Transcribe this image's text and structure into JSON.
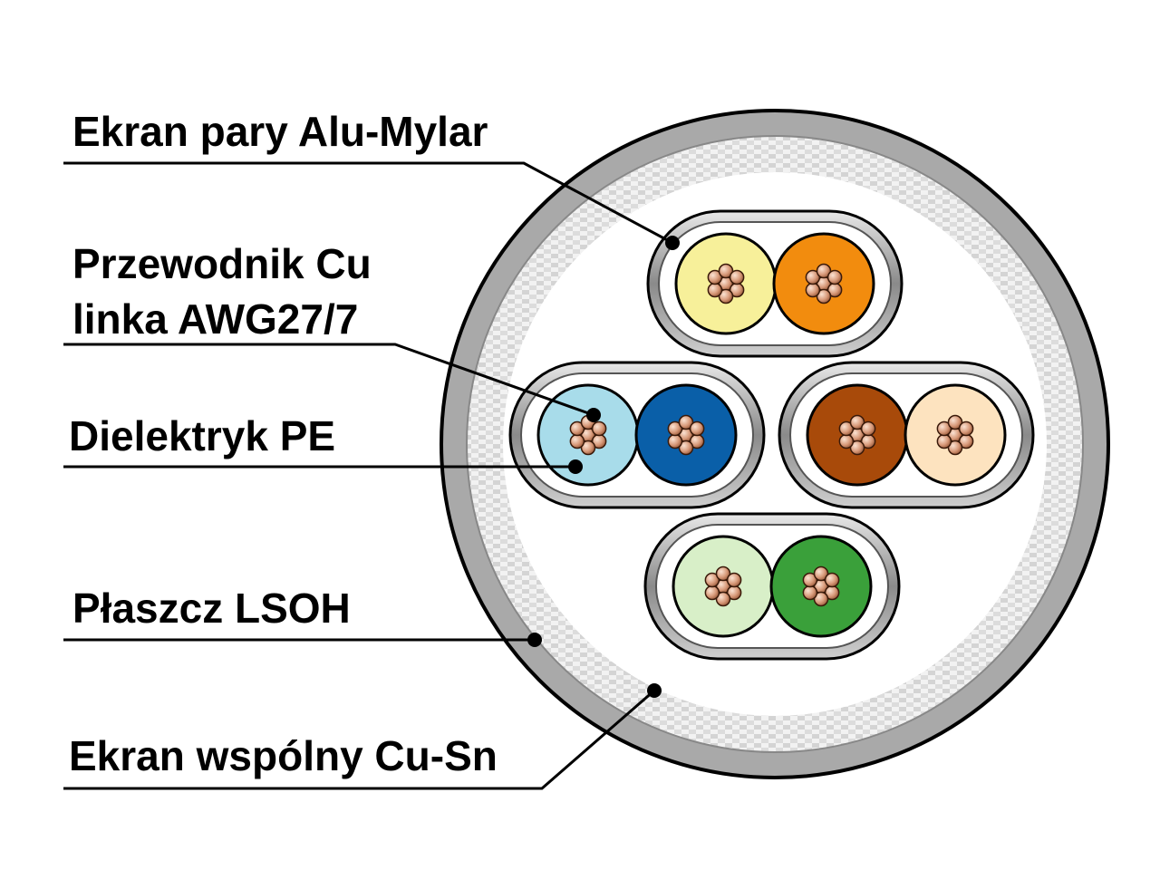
{
  "labels": {
    "pair_shield": "Ekran pary Alu-Mylar",
    "conductor_line1": "Przewodnik Cu",
    "conductor_line2": "linka AWG27/7",
    "dielectric": "Dielektryk PE",
    "jacket": "Płaszcz LSOH",
    "common_shield": "Ekran wspólny Cu-Sn"
  },
  "pairs": [
    {
      "name": "pair-top",
      "colors": [
        "#f7f09a",
        "#f28c0e"
      ]
    },
    {
      "name": "pair-left",
      "colors": [
        "#a8dcea",
        "#0a5fa8"
      ]
    },
    {
      "name": "pair-right",
      "colors": [
        "#a84a0a",
        "#fde3bf"
      ]
    },
    {
      "name": "pair-bottom",
      "colors": [
        "#d8efc8",
        "#3aa03a"
      ]
    }
  ],
  "colors": {
    "jacket": "#a9a9a9",
    "copper": "#d89a7a",
    "leader": "#000000"
  }
}
